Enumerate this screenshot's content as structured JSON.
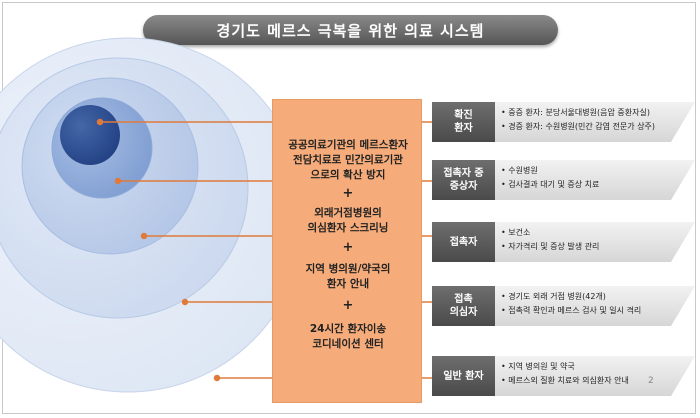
{
  "title": "경기도 메르스 극복을 위한 의료 시스템",
  "center_box": {
    "item1": [
      "공공의료기관의 메르스환자",
      "전담치료로 민간의료기관",
      "으로의 확산 방지"
    ],
    "item2": [
      "외래거점병원의",
      "의심환자 스크리닝"
    ],
    "item3": [
      "지역 병의원/약국의",
      "환자 안내"
    ],
    "item4": [
      "24시간 환자이송",
      "코디네이션 센터"
    ],
    "plus": "+"
  },
  "rows": [
    {
      "tag": [
        "확진",
        "환자"
      ],
      "lines": [
        "• 중증 환자: 분당서울대병원(음압 중환자실)",
        "• 경증 환자: 수원병원(민간 감염 전문가 상주)"
      ]
    },
    {
      "tag": [
        "접촉자 중",
        "증상자"
      ],
      "lines": [
        "• 수원병원",
        "• 검사결과 대기 및 증상 치료"
      ]
    },
    {
      "tag": [
        "접촉자"
      ],
      "lines": [
        "• 보건소",
        "• 자가격리 및 증상 발생 관리"
      ]
    },
    {
      "tag": [
        "접촉",
        "의심자"
      ],
      "lines": [
        "• 경기도 외래 거점 병원(42개)",
        "• 접촉력 확인과 메르스 검사 및 일시 격리"
      ]
    },
    {
      "tag": [
        "일반 환자"
      ],
      "lines": [
        "• 지역 병의원 및 약국",
        "• 메르스외 질환 치료와 의심환자 안내"
      ]
    }
  ],
  "page_number": "2",
  "colors": {
    "accent": "#f6ac7a",
    "connector": "#e07a3a",
    "circle_dark": "#2c4f95",
    "tag": "#555555"
  }
}
